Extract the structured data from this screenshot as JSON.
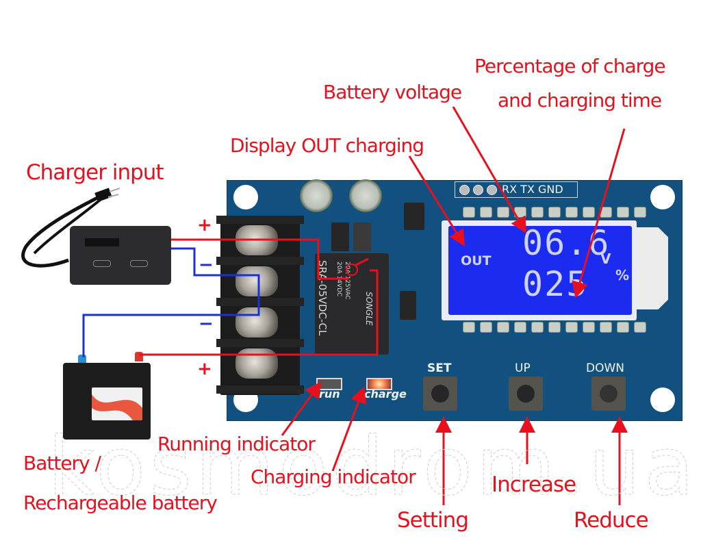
{
  "callouts": {
    "charger_input": "Charger input",
    "battery_voltage": "Battery voltage",
    "percentage_line1": "Percentage of charge",
    "percentage_line2": "and charging time",
    "display_out_charging": "Display OUT charging",
    "battery_line1": "Battery /",
    "battery_line2": "Rechargeable battery",
    "running_indicator": "Running indicator",
    "charging_indicator": "Charging indicator",
    "setting": "Setting",
    "increase": "Increase",
    "reduce": "Reduce"
  },
  "polarity": {
    "charger_plus": "+",
    "charger_minus": "−",
    "battery_minus": "−",
    "battery_plus": "+"
  },
  "lcd": {
    "mode": "OUT",
    "voltage_value": "06.6",
    "voltage_unit": "V",
    "percent_value": "025",
    "percent_unit": "%"
  },
  "board_silkscreen": {
    "header_label": "RX TX GND",
    "relay_model": "SRA-05VDC-CL",
    "relay_rating1": "20A 14VDC",
    "relay_rating2": "20A 125VAC",
    "relay_brand": "SONGLE",
    "led_run": "run",
    "led_charge": "charge",
    "button_set": "SET",
    "button_up": "UP",
    "button_down": "DOWN"
  },
  "watermark": "kosmodrom.ua",
  "colors": {
    "callout_red": "#e8101c",
    "wire_blue": "#1d2fd6",
    "pcb_blue": "#12517f",
    "lcd_blue": "#1c2bf0"
  }
}
